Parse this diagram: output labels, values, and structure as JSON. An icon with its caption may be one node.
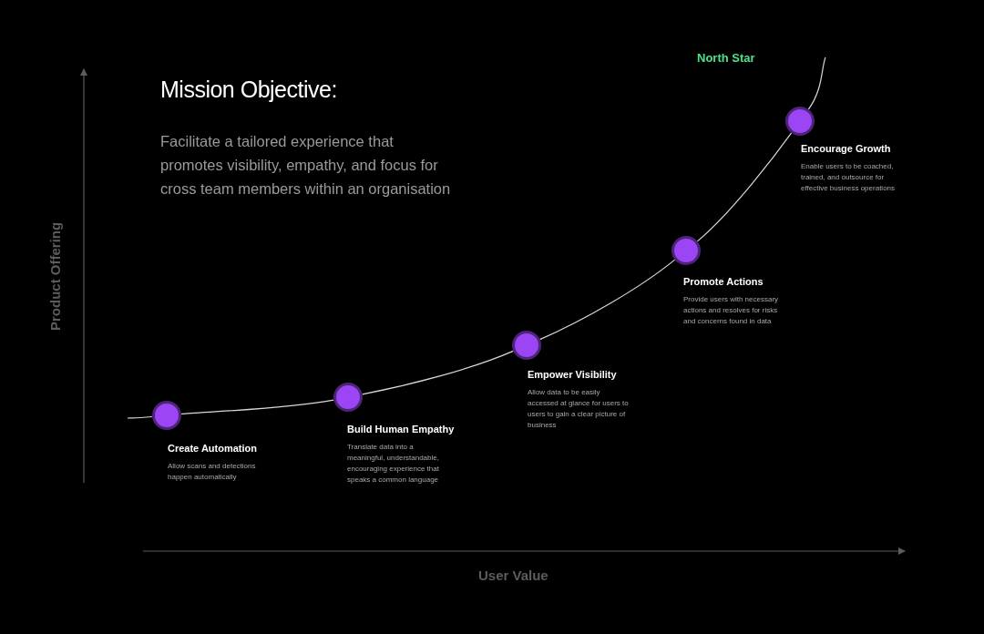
{
  "diagram": {
    "title": "Mission Objective:",
    "nodes": [
      {
        "text": [],
        "shape": "circle",
        "beside": [
          "Create Automation",
          "Allow scans and detections happen automatically"
        ]
      },
      {
        "text": [],
        "shape": "circle",
        "beside": [
          "Build Human Empathy",
          "Translate data into a meaningful, understandable, encouraging experience that speaks a common language"
        ]
      },
      {
        "text": [],
        "shape": "circle",
        "beside": [
          "Empower Visibility",
          "Allow data to be easily accessed at glance for users to users to gain a clear picture of business"
        ]
      },
      {
        "text": [],
        "shape": "circle",
        "beside": [
          "Promote Actions",
          "Provide users with necessary actions and resolves for risks and concerns found in data"
        ]
      },
      {
        "text": [],
        "shape": "circle",
        "beside": [
          "Encourage Growth",
          "Enable users to be coached, trained, and outsource for effective business operations"
        ]
      }
    ],
    "edges": [
      {
        "from": null,
        "to": 0,
        "arrow": "none"
      },
      {
        "from": 0,
        "to": 1,
        "arrow": "none"
      },
      {
        "from": 1,
        "to": 2,
        "arrow": "none"
      },
      {
        "from": 2,
        "to": 3,
        "arrow": "none"
      },
      {
        "from": 3,
        "to": 4,
        "arrow": "none"
      },
      {
        "from": 4,
        "to": null,
        "arrow": "none"
      }
    ],
    "labels": [
      "Facilitate a tailored experience that promotes visibility, empathy, and focus for cross team members within an organisation",
      "North Star",
      "Product Offering",
      "User Value"
    ]
  }
}
